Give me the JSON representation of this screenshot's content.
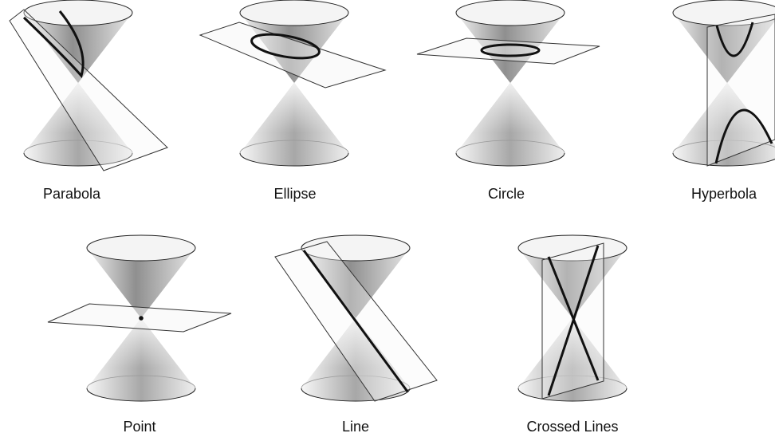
{
  "figures": [
    {
      "key": "parabola",
      "label": "Parabola"
    },
    {
      "key": "ellipse",
      "label": "Ellipse"
    },
    {
      "key": "circle",
      "label": "Circle"
    },
    {
      "key": "hyperbola",
      "label": "Hyperbola"
    },
    {
      "key": "point",
      "label": "Point"
    },
    {
      "key": "line",
      "label": "Line"
    },
    {
      "key": "crossed-lines",
      "label": "Crossed Lines"
    }
  ],
  "colors": {
    "cone_top_dark": "#8c8c8c",
    "cone_top_light": "#ececec",
    "plane_fill": "#f1f1f1",
    "outline": "#333333",
    "curve": "#111111"
  }
}
